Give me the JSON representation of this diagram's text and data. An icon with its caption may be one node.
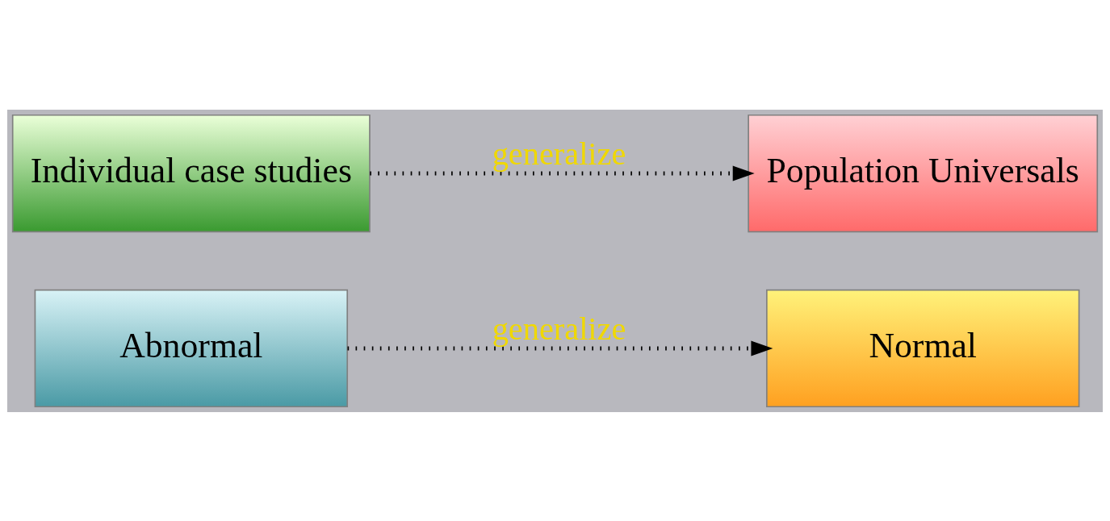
{
  "diagram": {
    "nodes": [
      {
        "text": [
          "Abnormal"
        ]
      },
      {
        "text": [
          "Normal"
        ]
      },
      {
        "text": [
          "Individual case studies"
        ]
      },
      {
        "text": [
          "Population Universals"
        ]
      }
    ],
    "edges": [
      {
        "from": 0,
        "to": 1,
        "arrow": "to",
        "label": "generalize",
        "style": "dashed"
      },
      {
        "from": 2,
        "to": 3,
        "arrow": "to",
        "label": "generalize",
        "style": "dashed"
      }
    ]
  }
}
